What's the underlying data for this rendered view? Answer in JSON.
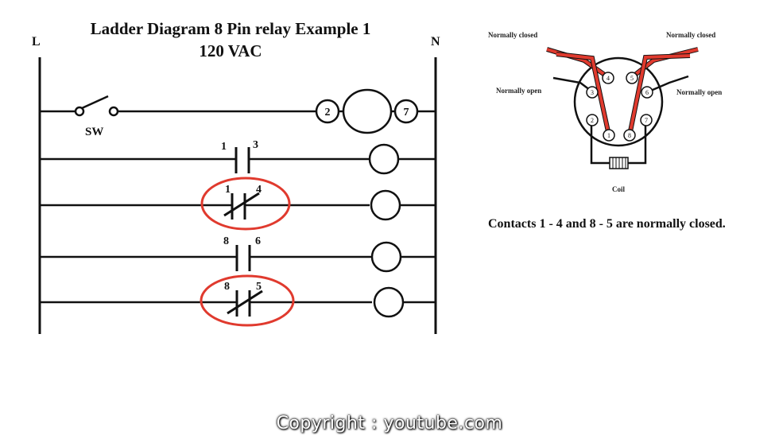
{
  "title": {
    "line1": "Ladder Diagram 8 Pin relay Example 1",
    "line2": "120 VAC"
  },
  "rails": {
    "left": "L",
    "right": "N"
  },
  "switch_label": "SW",
  "coil_pins": [
    "2",
    "7"
  ],
  "contacts": [
    {
      "a": "1",
      "b": "3",
      "normally_closed": false
    },
    {
      "a": "1",
      "b": "4",
      "normally_closed": true,
      "highlighted": true
    },
    {
      "a": "8",
      "b": "6",
      "normally_closed": false
    },
    {
      "a": "8",
      "b": "5",
      "normally_closed": true,
      "highlighted": true
    }
  ],
  "relay_base": {
    "label_nc_left": "Normally closed",
    "label_nc_right": "Normally closed",
    "label_no_left": "Normally open",
    "label_no_right": "Normally open",
    "coil_label": "Coil",
    "pins": [
      "1",
      "2",
      "3",
      "4",
      "5",
      "6",
      "7",
      "8"
    ]
  },
  "note": "Contacts 1 - 4 and 8 - 5 are normally closed.",
  "copyright": "Copyright : youtube.com",
  "colors": {
    "highlight": "#e03a2e",
    "line": "#111111"
  }
}
